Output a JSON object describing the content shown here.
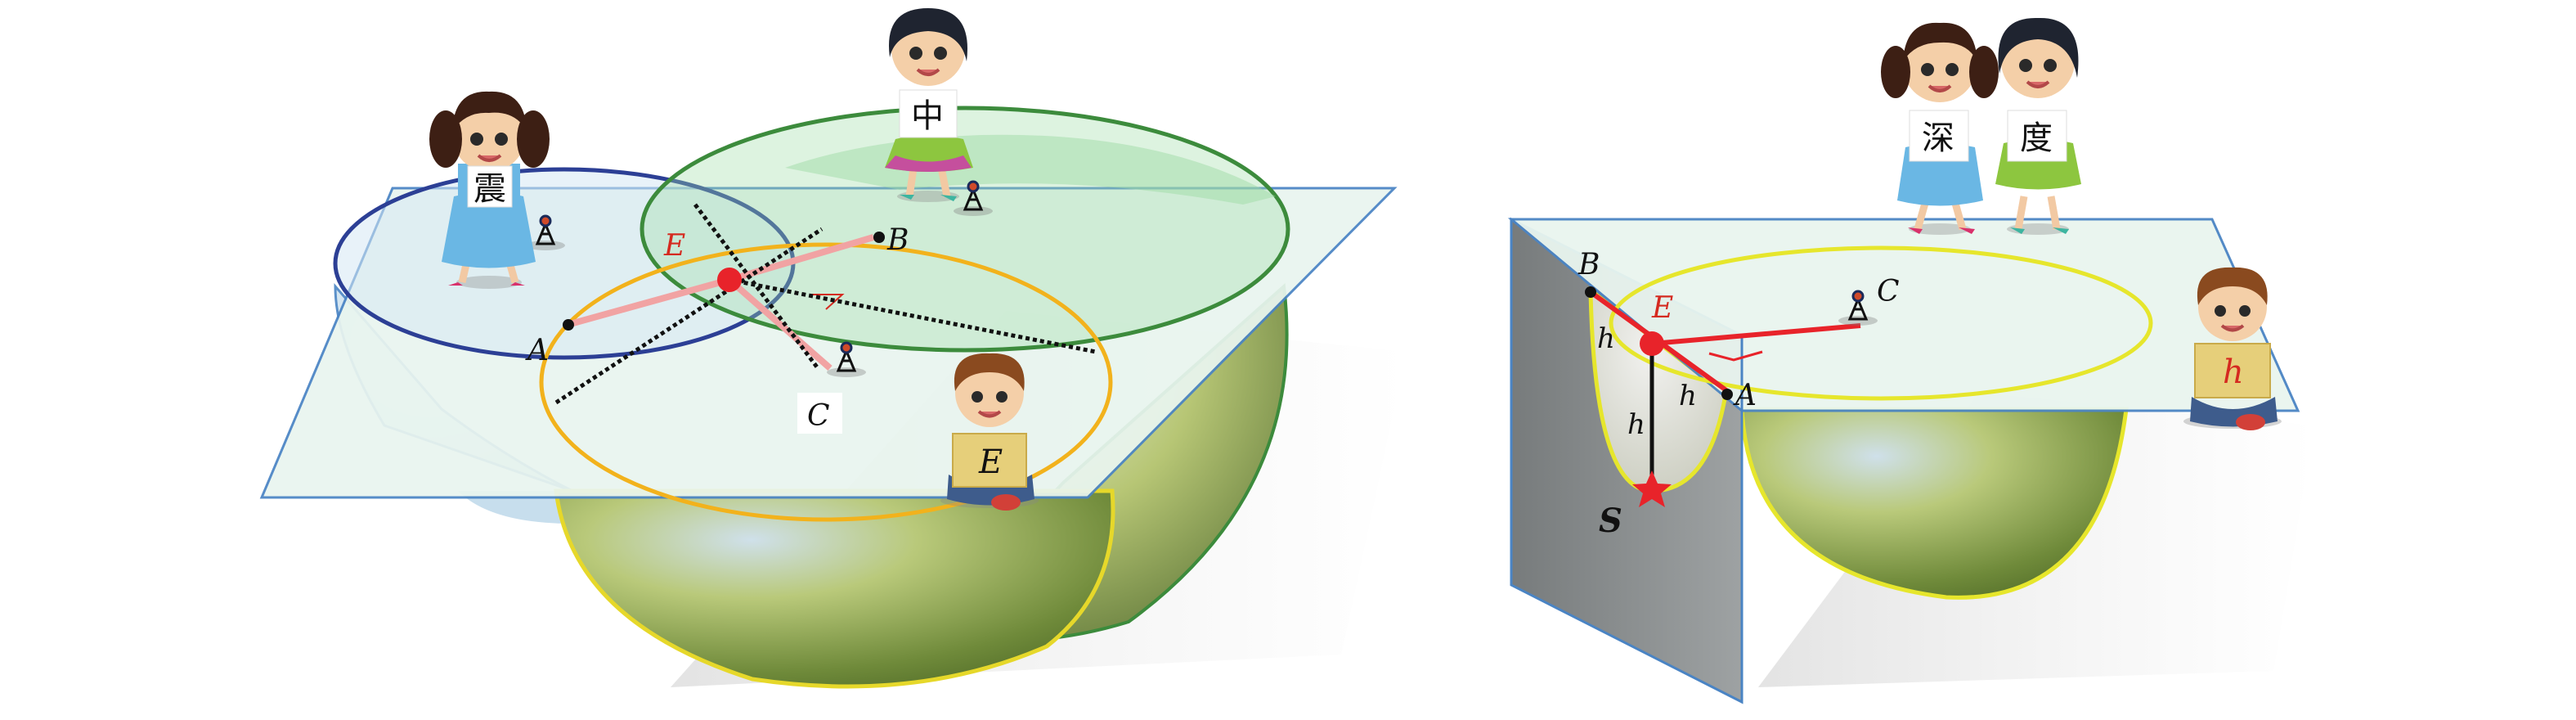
{
  "left_panel": {
    "kids": {
      "girl_left_sign": "震",
      "girl_top_sign": "中",
      "boy_sign": "E"
    },
    "point_labels": {
      "a": "A",
      "b": "B",
      "c": "C",
      "e": "E"
    }
  },
  "right_panel": {
    "kids": {
      "girl_1_sign": "深",
      "girl_2_sign": "度",
      "boy_sign": "h"
    },
    "point_labels": {
      "a": "A",
      "b": "B",
      "c": "C",
      "e": "E",
      "s": "S"
    },
    "segment_labels": {
      "h_left": "h",
      "h_right": "h",
      "h_vertical": "h"
    }
  },
  "colors": {
    "plane_fill": "#e9f5ef",
    "plane_edge": "#4a84c4",
    "circle_blue": "#2c3f95",
    "circle_green": "#3c8b3c",
    "circle_yellow": "#f2b21c",
    "circle_yellow_right": "#e6e62c",
    "epicenter": "#e8232a",
    "label_red": "#d52a20",
    "hemisphere": "#b8c873"
  }
}
